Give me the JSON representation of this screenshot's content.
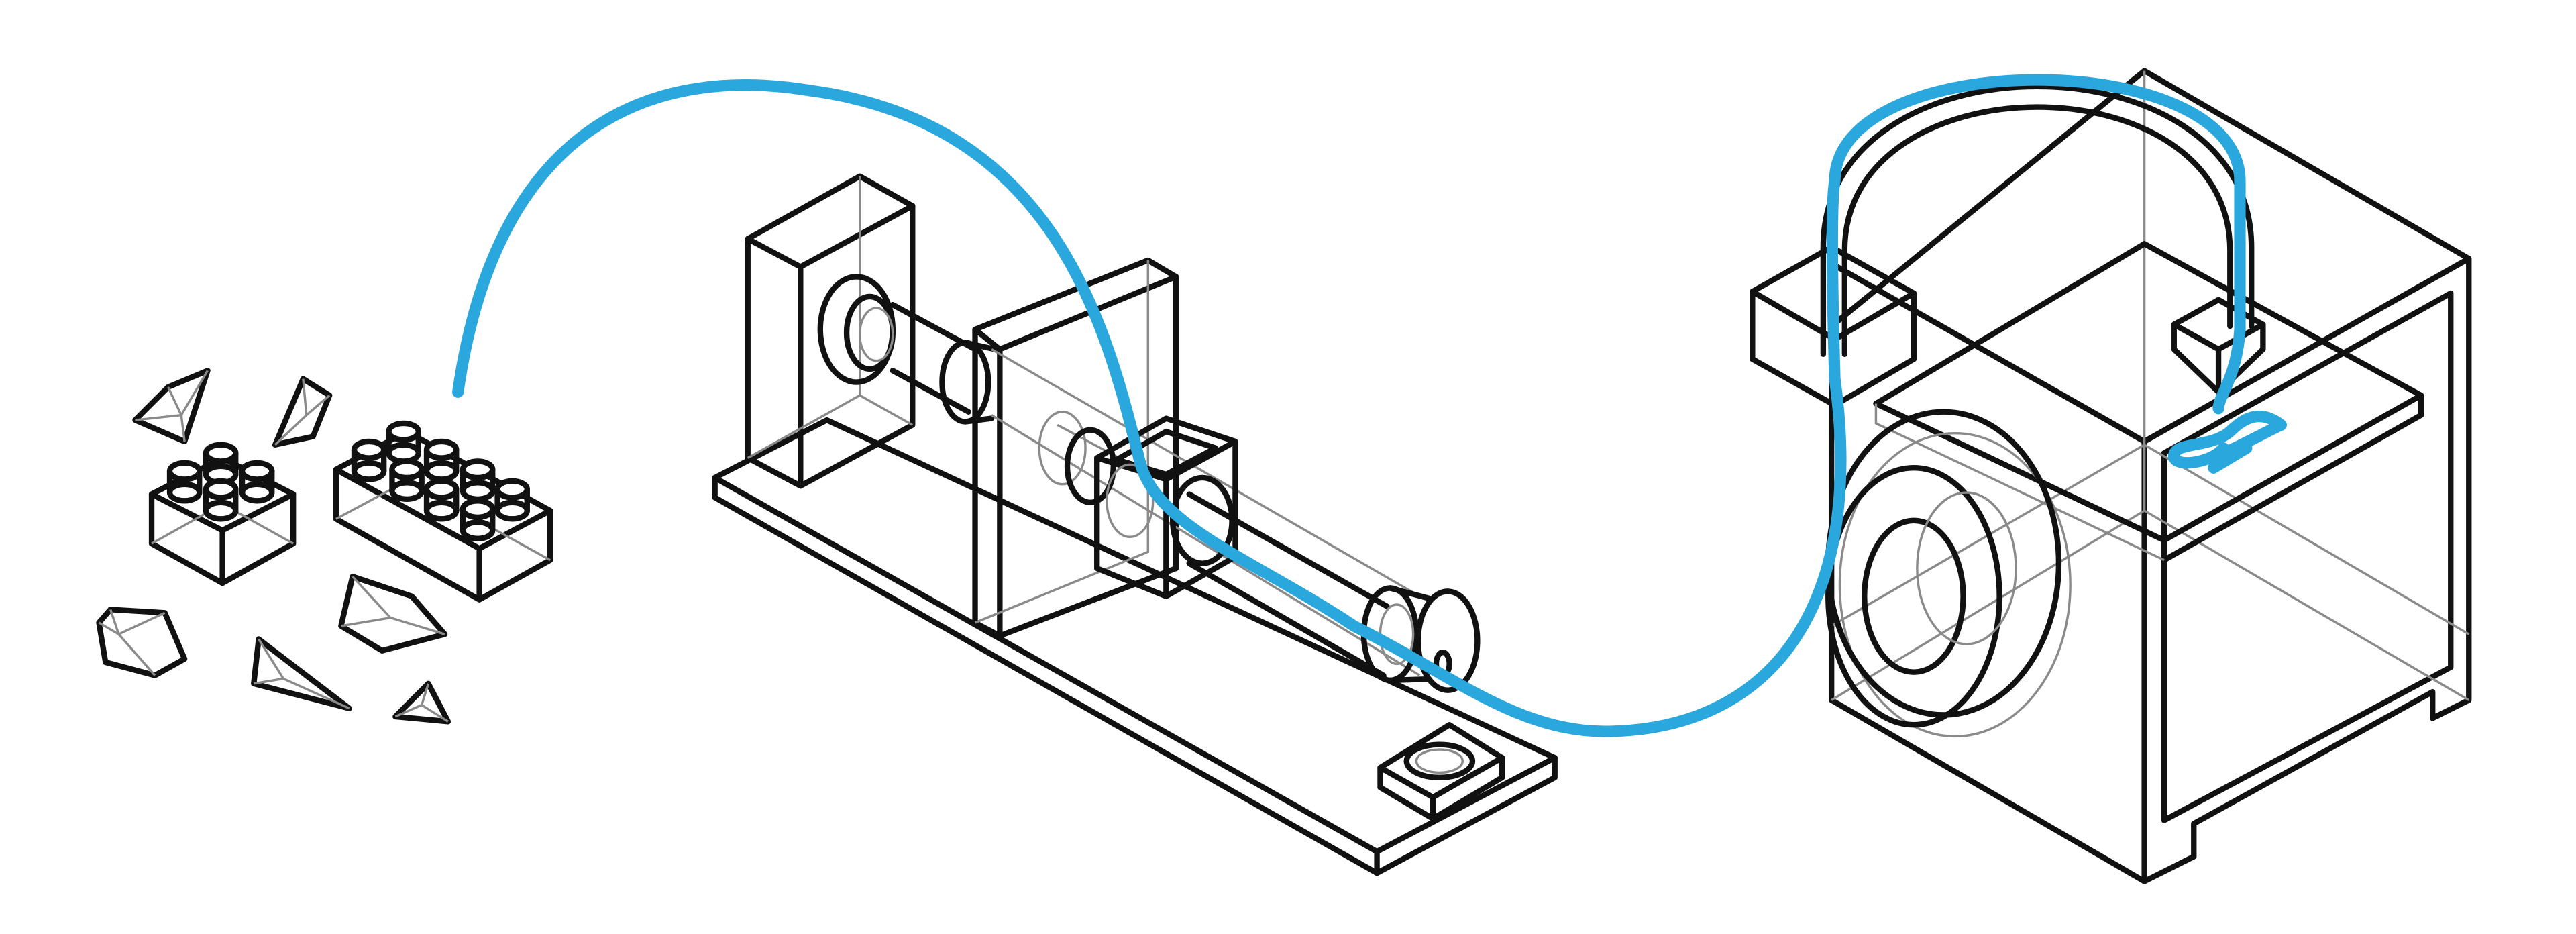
{
  "colors": {
    "background": "#ffffff",
    "line": "#111111",
    "hidden_line": "#8a8a8a",
    "filament": "#2aa7dc"
  },
  "objects": [
    {
      "id": "plastic-waste",
      "icon": "plastic-shards-and-bricks"
    },
    {
      "id": "filament-extruder",
      "icon": "extruder-machine"
    },
    {
      "id": "filament",
      "icon": "filament-strand"
    },
    {
      "id": "3d-printer",
      "icon": "printer-box"
    }
  ]
}
